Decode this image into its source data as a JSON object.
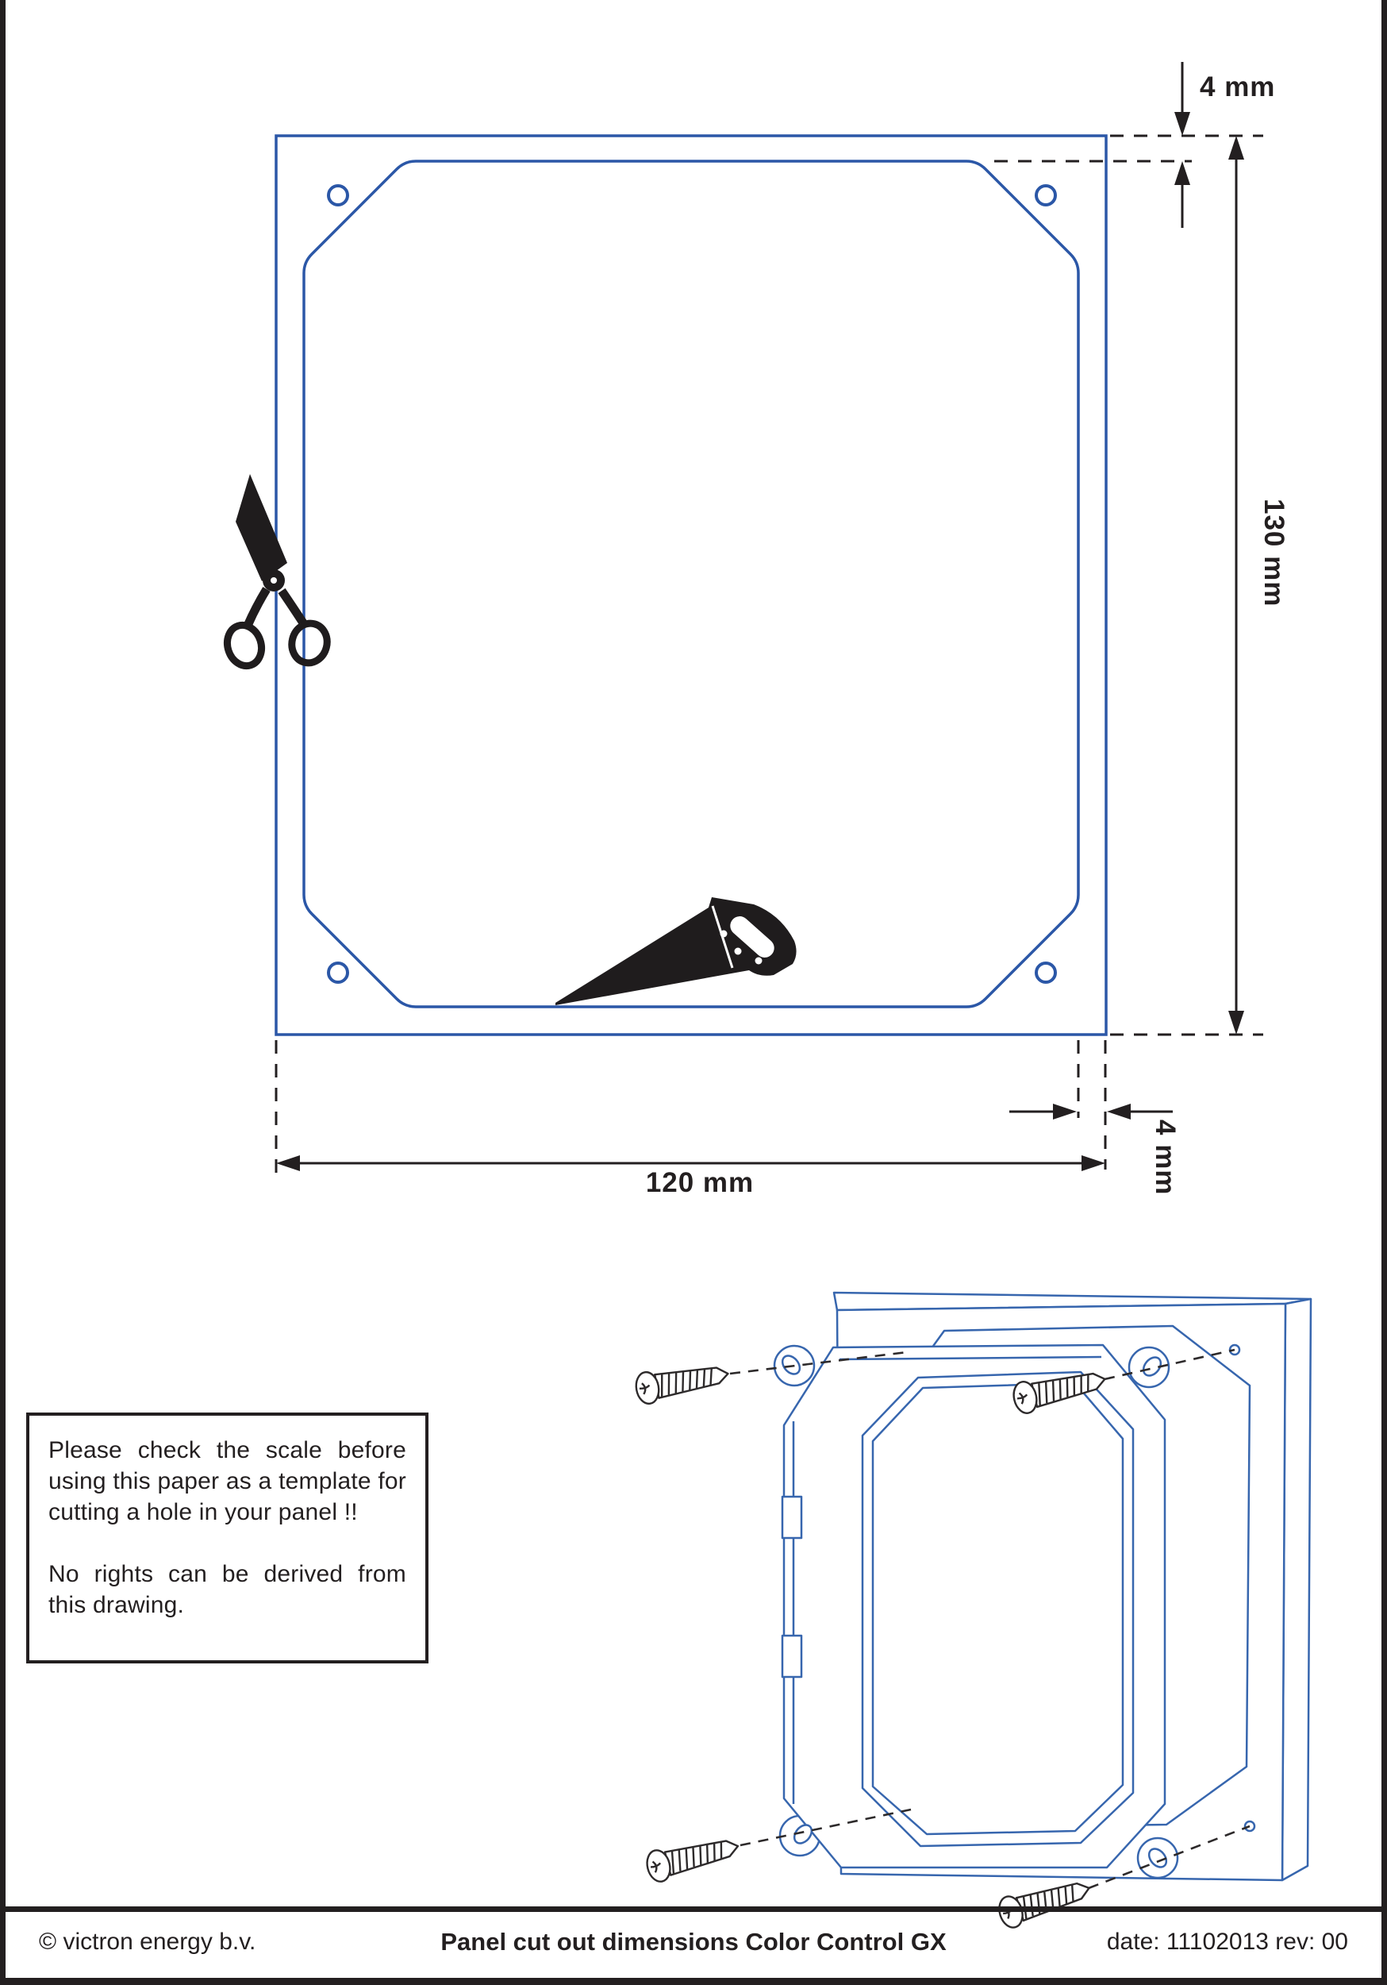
{
  "colors": {
    "template_blue": "#2b57a7",
    "iso_blue": "#3766ae",
    "ink": "#231f20"
  },
  "dimensions": {
    "top_inset": "4 mm",
    "height": "130 mm",
    "width": "120 mm",
    "side_inset": "4 mm"
  },
  "icons": {
    "scissors": "scissors-icon",
    "saw": "saw-icon",
    "screws": "screw-icon"
  },
  "notice": {
    "para1": "Please check the scale before using this paper as a template for cutting a hole in your panel !!",
    "para2": "No rights can be derived from this drawing."
  },
  "footer": {
    "copyright": "© victron energy b.v.",
    "title": "Panel cut out dimensions Color Control GX",
    "date_rev": "date: 11102013 rev: 00"
  }
}
